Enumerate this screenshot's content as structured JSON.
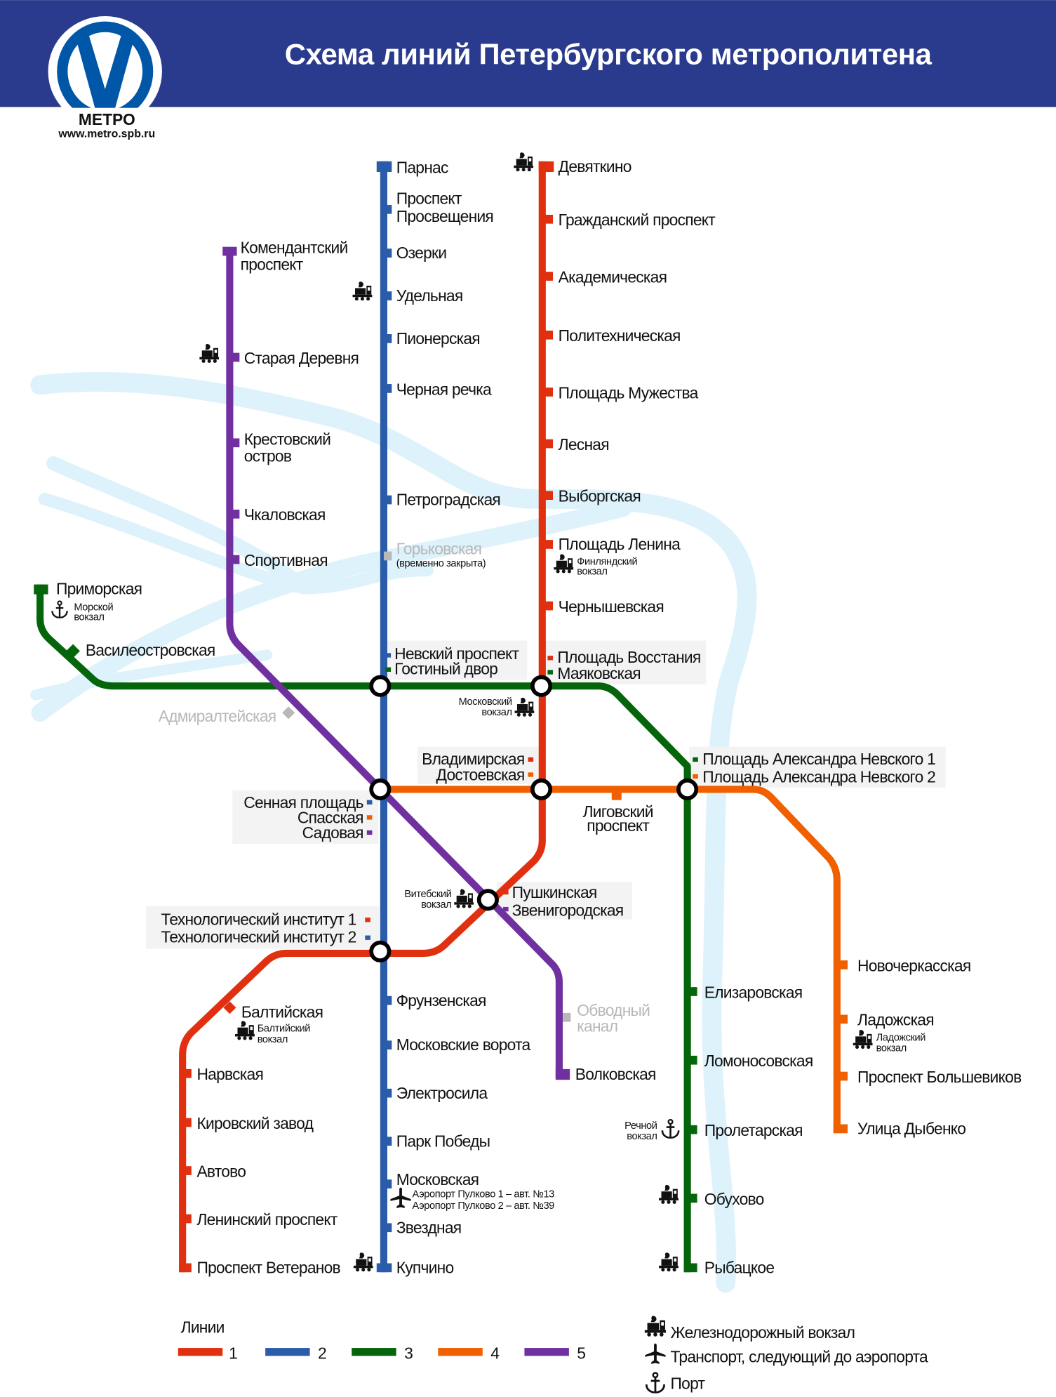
{
  "header": {
    "title": "Схема линий Петербургского метрополитена",
    "logo_text": "МЕТРО",
    "website": "www.metro.spb.ru",
    "background_color": "#2a3a8c"
  },
  "colors": {
    "line1": "#e0300f",
    "line2": "#2a5caa",
    "line3": "#05650a",
    "line4": "#f06000",
    "line5": "#7030a0",
    "closed": "#b8b8b8",
    "water": "#ddf2fb"
  },
  "line1": {
    "devyatkino": "Девяткино",
    "grazhdansky": "Гражданский проспект",
    "akademicheskaya": "Академическая",
    "politekh": "Политехническая",
    "muzhestva": "Площадь Мужества",
    "lesnaya": "Лесная",
    "vyborgskaya": "Выборгская",
    "lenina": "Площадь Ленина",
    "finlyandsky_1": "Финляндский",
    "finlyandsky_2": "вокзал",
    "chernyshevskaya": "Чернышевская",
    "vosstaniya": "Площадь Восстания",
    "vladimirskaya": "Владимирская",
    "pushkinskaya": "Пушкинская",
    "tekhnolog1": "Технологический институт 1",
    "baltiyskaya": "Балтийская",
    "baltiysky_1": "Балтийский",
    "baltiysky_2": "вокзал",
    "narvskaya": "Нарвская",
    "kirovsky": "Кировский завод",
    "avtovo": "Автово",
    "leninsky": "Ленинский проспект",
    "veteranov": "Проспект Ветеранов"
  },
  "line2": {
    "parnas": "Парнас",
    "prosveshcheniya_1": "Проспект",
    "prosveshcheniya_2": "Просвещения",
    "ozerki": "Озерки",
    "udelnaya": "Удельная",
    "pionerskaya": "Пионерская",
    "rechka": "Черная речка",
    "petrogradskaya": "Петроградская",
    "gorkovskaya": "Горьковская",
    "gorkovskaya_note": "(временно закрыта)",
    "nevsky": "Невский проспект",
    "sennaya": "Сенная площадь",
    "tekhnolog2": "Технологический институт 2",
    "frunzenskaya": "Фрунзенская",
    "vorota": "Московские ворота",
    "elektrosila": "Электросила",
    "pobedy": "Парк Победы",
    "moskovskaya": "Московская",
    "airport1": "Аэропорт Пулково 1 – авт. №13",
    "airport2": "Аэропорт Пулково 2 – авт. №39",
    "zvezdnaya": "Звездная",
    "kupchino": "Купчино"
  },
  "line3": {
    "primorskaya": "Приморская",
    "morskoy_1": "Морской",
    "morskoy_2": "вокзал",
    "vasileostrovskaya": "Василеостровская",
    "gostiny": "Гостиный двор",
    "mayakovskaya": "Маяковская",
    "moskovsky_1": "Московский",
    "moskovsky_2": "вокзал",
    "nevskogo1": "Площадь Александра Невского 1",
    "elizarovskaya": "Елизаровская",
    "lomonosovskaya": "Ломоносовская",
    "proletarskaya": "Пролетарская",
    "rechnoy_1": "Речной",
    "rechnoy_2": "вокзал",
    "obukhovo": "Обухово",
    "rybatskoe": "Рыбацкое"
  },
  "line4": {
    "spasskaya": "Спасская",
    "dostoevskaya": "Достоевская",
    "ligovsky_1": "Лиговский",
    "ligovsky_2": "проспект",
    "nevskogo2": "Площадь Александра Невского 2",
    "novocherkasskaya": "Новочеркасская",
    "ladozhskaya": "Ладожская",
    "ladozhsky_1": "Ладожский",
    "ladozhsky_2": "вокзал",
    "bolshevikov": "Проспект Большевиков",
    "dybenko": "Улица Дыбенко"
  },
  "line5": {
    "komendantsky_1": "Комендантский",
    "komendantsky_2": "проспект",
    "derevnya": "Старая Деревня",
    "krestovsky_1": "Крестовский",
    "krestovsky_2": "остров",
    "chkalovskaya": "Чкаловская",
    "sportivnaya": "Спортивная",
    "admiralteyskaya": "Адмиралтейская",
    "sadovaya": "Садовая",
    "zvenigorodskaya": "Звенигородская",
    "obvodny_1": "Обводный",
    "obvodny_2": "канал",
    "volkovskaya": "Волковская",
    "vitebsky_1": "Витебский",
    "vitebsky_2": "вокзал"
  },
  "legend": {
    "title": "Линии",
    "lines": [
      "1",
      "2",
      "3",
      "4",
      "5"
    ],
    "railway": "Железнодорожный вокзал",
    "airport": "Транспорт, следующий до аэропорта",
    "port": "Порт"
  }
}
